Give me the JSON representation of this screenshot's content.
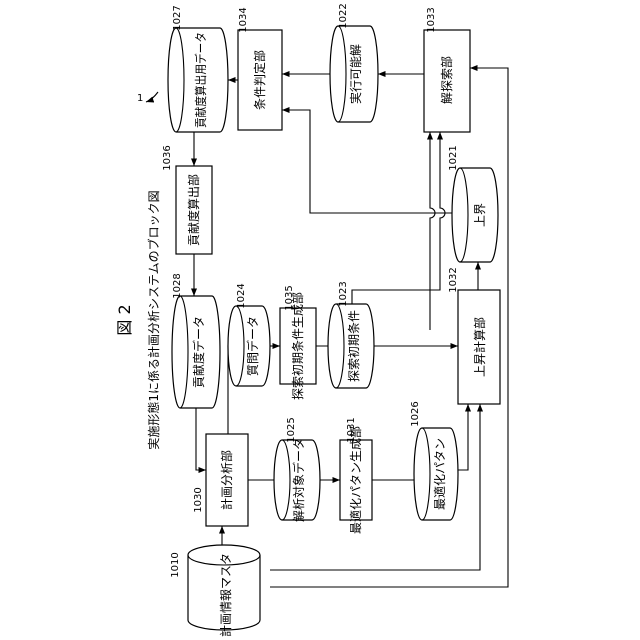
{
  "figure": {
    "title": "図 2",
    "caption": "実施形態1に係る計画分析システムのブロック図",
    "system_ref": "1"
  },
  "nodes": {
    "n1010": {
      "ref": "1010",
      "label": "計画情報マスタ"
    },
    "n1030": {
      "ref": "1030",
      "label": "計画分析部"
    },
    "n1025": {
      "ref": "1025",
      "label": "解析対象データ"
    },
    "n1031": {
      "ref": "1031",
      "label": "最適化パタン生成部"
    },
    "n1026": {
      "ref": "1026",
      "label": "最適化パタン"
    },
    "n1028": {
      "ref": "1028",
      "label": "貢献度データ"
    },
    "n1024": {
      "ref": "1024",
      "label": "質問データ"
    },
    "n1035": {
      "ref": "1035",
      "label": "探索初期条件生成部"
    },
    "n1023": {
      "ref": "1023",
      "label": "探索初期条件"
    },
    "n1032": {
      "ref": "1032",
      "label": "上昇計算部"
    },
    "n1021": {
      "ref": "1021",
      "label": "上界"
    },
    "n1036": {
      "ref": "1036",
      "label": "貢献度算出部"
    },
    "n1027": {
      "ref": "1027",
      "label": "貢献度算出用データ"
    },
    "n1034": {
      "ref": "1034",
      "label": "条件判定部"
    },
    "n1022": {
      "ref": "1022",
      "label": "実行可能解"
    },
    "n1033": {
      "ref": "1033",
      "label": "解探索部"
    }
  }
}
